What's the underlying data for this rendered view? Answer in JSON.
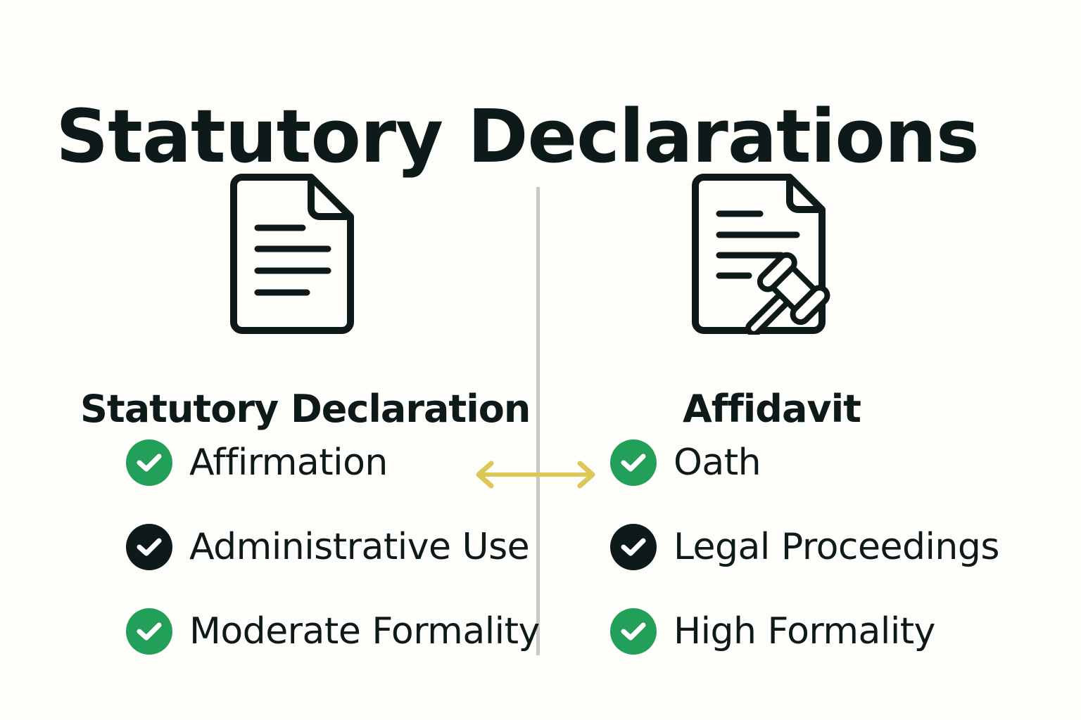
{
  "title": "Statutory Declarations",
  "colors": {
    "background": "#fdfdf9",
    "text": "#0e1a1a",
    "check_green": "#22a05a",
    "check_dark": "#0e1a1a",
    "divider": "#c9c9c4",
    "arrow": "#dcc857"
  },
  "left": {
    "icon": "document-icon",
    "heading": "Statutory Declaration",
    "items": [
      {
        "label": "Affirmation",
        "check_style": "green"
      },
      {
        "label": "Administrative Use",
        "check_style": "dark"
      },
      {
        "label": "Moderate Formality",
        "check_style": "green"
      }
    ]
  },
  "right": {
    "icon": "document-gavel-icon",
    "heading": "Affidavit",
    "items": [
      {
        "label": "Oath",
        "check_style": "green"
      },
      {
        "label": "Legal Proceedings",
        "check_style": "dark"
      },
      {
        "label": "High Formality",
        "check_style": "green"
      }
    ]
  },
  "connector": {
    "icon": "double-arrow-icon"
  }
}
